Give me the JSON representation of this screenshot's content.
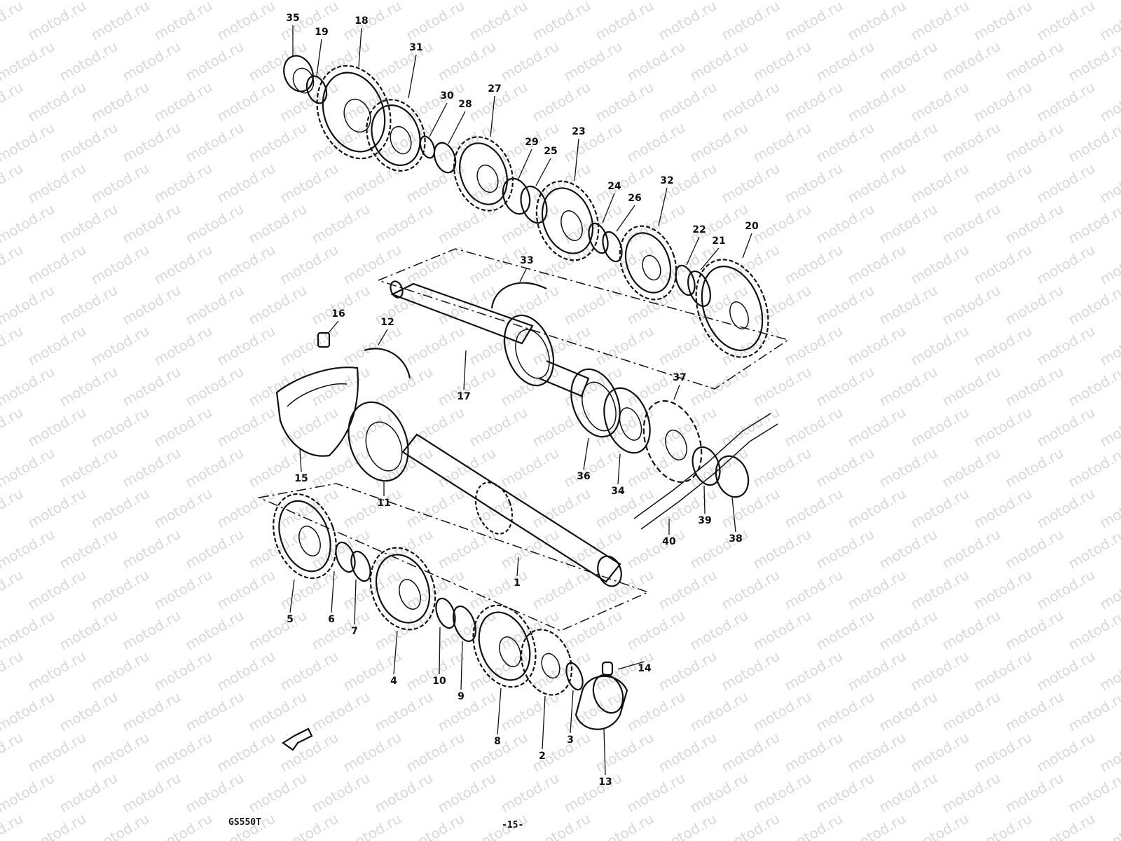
{
  "watermark": {
    "text": "motod.ru"
  },
  "footer": {
    "model_code": "GS550T",
    "page_number": "-15-"
  },
  "colors": {
    "ink": "#111111",
    "paper": "#ffffff",
    "watermark": "#d8d8d8"
  },
  "direction_icon": "front-arrow-icon",
  "callouts": [
    "1",
    "2",
    "3",
    "4",
    "5",
    "6",
    "7",
    "8",
    "9",
    "10",
    "11",
    "12",
    "13",
    "14",
    "15",
    "16",
    "17",
    "18",
    "19",
    "20",
    "21",
    "22",
    "23",
    "24",
    "25",
    "26",
    "27",
    "28",
    "29",
    "30",
    "31",
    "32",
    "33",
    "34",
    "35",
    "36",
    "37",
    "38",
    "39",
    "40"
  ]
}
